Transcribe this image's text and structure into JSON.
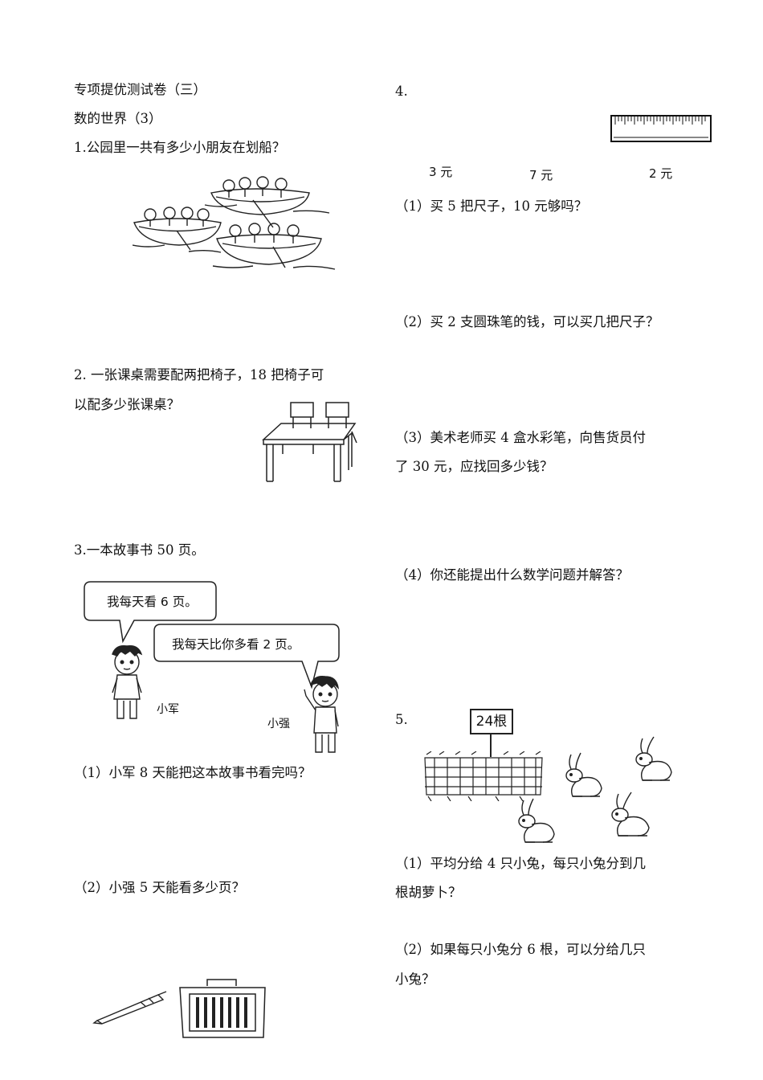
{
  "left": {
    "header_title": "专项提优测试卷（三）",
    "subtitle": "数的世界（3）",
    "q1": "1.公园里一共有多少小朋友在划船？",
    "q2_line1": "2. 一张课桌需要配两把椅子，18 把椅子可",
    "q2_line2": "以配多少张课桌？",
    "q3": "3.一本故事书 50 页。",
    "bubble1": "我每天看 6 页。",
    "bubble2": "我每天比你多看 2 页。",
    "name1": "小军",
    "name2": "小强",
    "q3_1": "（1）小军 8 天能把这本故事书看完吗？",
    "q3_2": "（2）小强 5 天能看多少页？"
  },
  "right": {
    "q4": "4.",
    "price_box": "3 元",
    "price_pen": "7 元",
    "price_ruler": "2 元",
    "q4_1": "（1）买 5 把尺子，10 元够吗？",
    "q4_2": "（2）买 2 支圆珠笔的钱，可以买几把尺子？",
    "q4_3_line1": "（3）美术老师买 4 盒水彩笔，向售货员付",
    "q4_3_line2": "了 30 元，应找回多少钱？",
    "q4_4": "（4）你还能提出什么数学问题并解答？",
    "q5": "5.",
    "sign": "24根",
    "q5_1_line1": "（1）平均分给 4 只小兔，每只小兔分到几",
    "q5_1_line2": "根胡萝卜？",
    "q5_2_line1": "（2）如果每只小兔分 6 根，可以分给几只",
    "q5_2_line2": "小兔？"
  }
}
